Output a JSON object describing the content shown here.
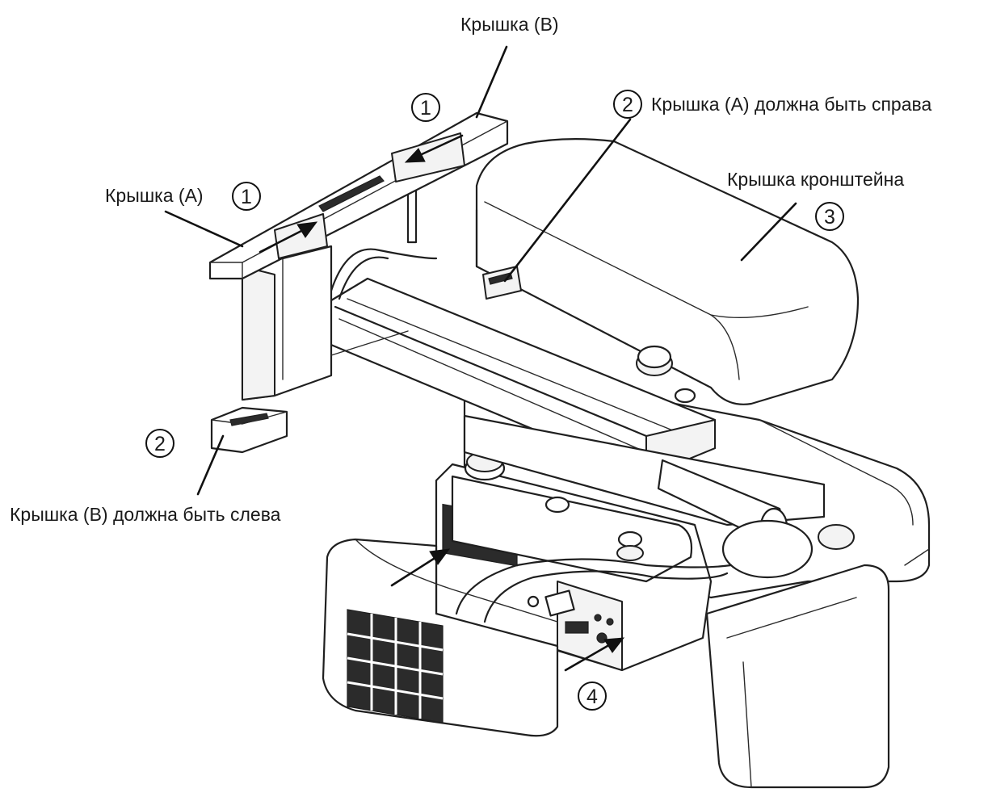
{
  "labels": {
    "cover_b_top": "Крышка (B)",
    "cover_a_right_note": "Крышка (A) должна быть справа",
    "cover_a_left": "Крышка (A)",
    "bracket_cover": "Крышка кронштейна",
    "cover_b_left_note": "Крышка (B) должна быть слева"
  },
  "steps": {
    "step_1": "①",
    "step_2": "②",
    "step_3": "③",
    "step_4": "④"
  }
}
